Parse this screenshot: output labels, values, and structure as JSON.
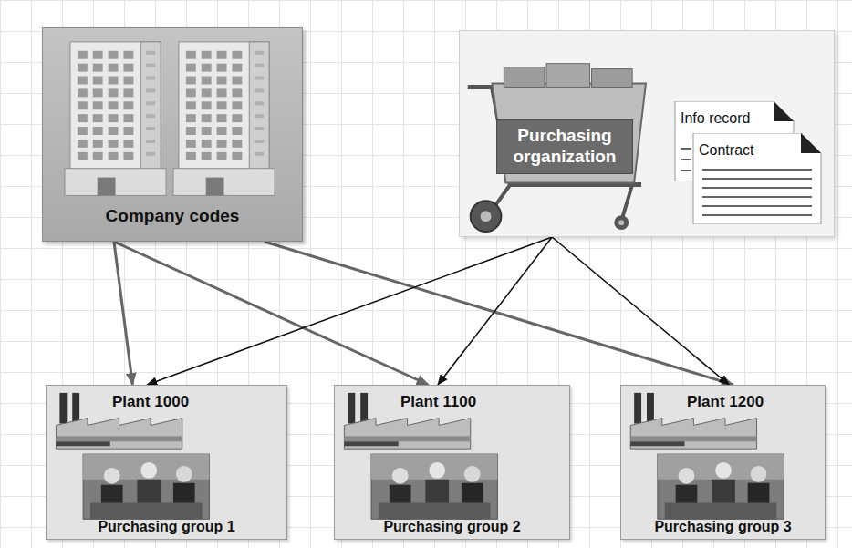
{
  "diagram": {
    "nodes": [
      {
        "text": [
          "Company codes"
        ]
      },
      {
        "text": [
          "Purchasing organization"
        ]
      },
      {
        "text": [
          "Info record"
        ],
        "in": 1
      },
      {
        "text": [
          "Contract"
        ],
        "in": 1
      },
      {
        "text": [
          "Plant 1000",
          "Purchasing group 1"
        ]
      },
      {
        "text": [
          "Plant 1100",
          "Purchasing group 2"
        ]
      },
      {
        "text": [
          "Plant 1200",
          "Purchasing group 3"
        ]
      }
    ],
    "edges": [
      {
        "from": 0,
        "to": 4,
        "arrow": "to"
      },
      {
        "from": 0,
        "to": 5,
        "arrow": "to"
      },
      {
        "from": 0,
        "to": 6,
        "arrow": "to"
      },
      {
        "from": 1,
        "to": 4,
        "arrow": "to"
      },
      {
        "from": 1,
        "to": 5,
        "arrow": "to"
      },
      {
        "from": 1,
        "to": 6,
        "arrow": "to"
      }
    ]
  }
}
